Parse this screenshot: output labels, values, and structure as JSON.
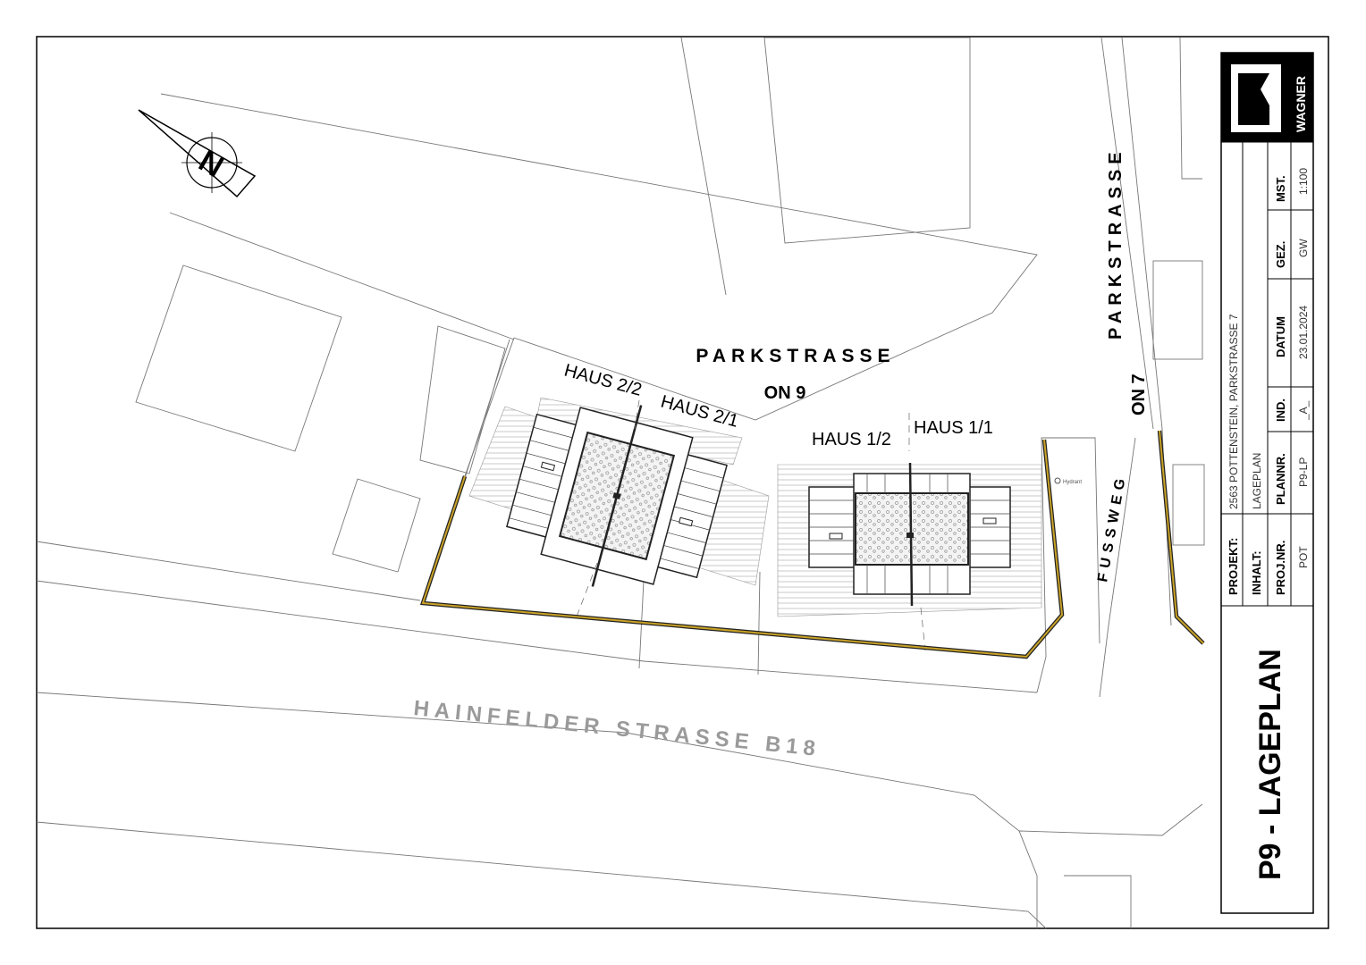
{
  "plan": {
    "streets": {
      "parkstrasse_top": "PARKSTRASSE",
      "on9": "ON 9",
      "parkstrasse_right": "PARKSTRASSE",
      "on7": "ON 7",
      "fussweg": "FUSSWEG",
      "hainfelder": "HAINFELDER STRASSE B18"
    },
    "houses": {
      "h22": "HAUS 2/2",
      "h21": "HAUS 2/1",
      "h12": "HAUS 1/2",
      "h11": "HAUS 1/1"
    },
    "north_label": "N",
    "hydrant_label": "Hydrant"
  },
  "title_block": {
    "logo_text": "WAGNER",
    "headers": {
      "mst": "MST.",
      "gez": "GEZ.",
      "datum": "DATUM",
      "ind": "IND.",
      "plannr": "PLANNR.",
      "projnr": "PROJ.NR."
    },
    "values": {
      "mst": "1:100",
      "gez": "GW",
      "datum": "23.01.2024",
      "ind": "_A_",
      "plannr": "P9-LP",
      "projnr": "POT"
    },
    "projekt_label": "PROJEKT:",
    "projekt_value": "2563 POTTENSTEIN, PARKSTRASSE 7",
    "inhalt_label": "INHALT:",
    "inhalt_value": "LAGEPLAN",
    "big_title": "P9 - LAGEPLAN"
  },
  "colors": {
    "property_line": "#b8860b",
    "line": "#555555",
    "frame": "#000000"
  }
}
